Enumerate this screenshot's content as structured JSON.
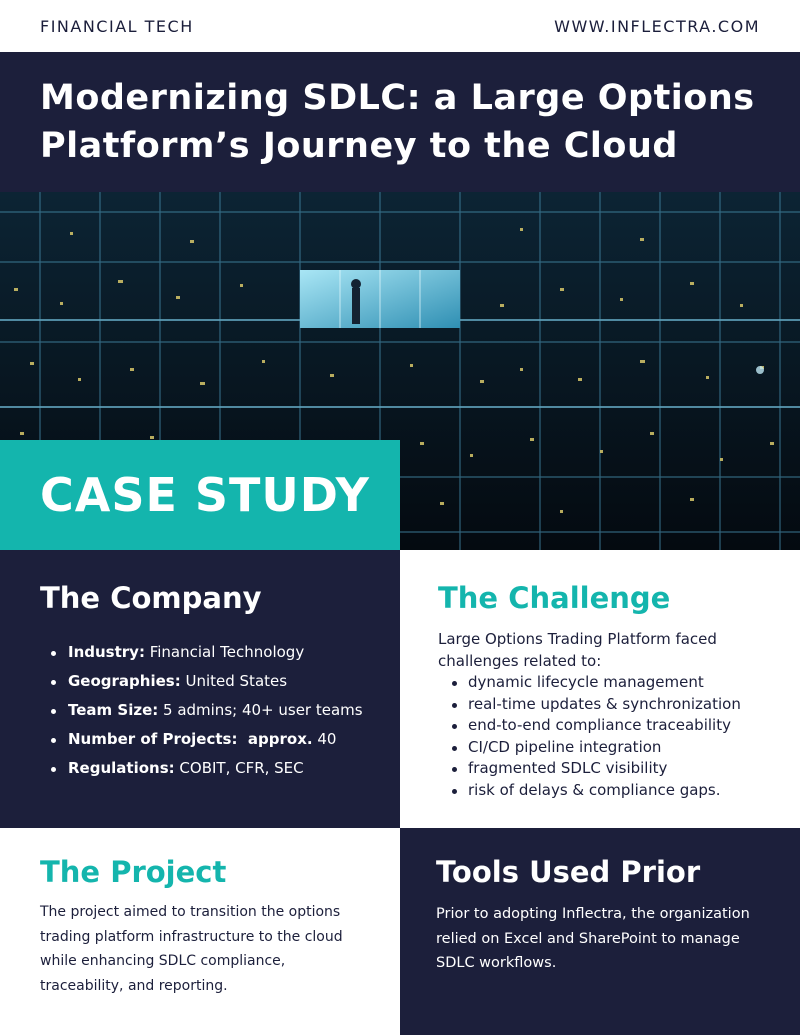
{
  "header": {
    "left": "FINANCIAL TECH",
    "right": "WWW.INFLECTRA.COM"
  },
  "hero": {
    "title_line1": "Modernizing SDLC: a Large Options",
    "title_line2": "Platform’s Journey to the Cloud"
  },
  "photo": {
    "description_icon": "office-building-night-photo"
  },
  "case_label": "CASE STUDY",
  "company": {
    "heading": "The Company",
    "facts": [
      {
        "label": "Industry:",
        "value": " Financial Technology"
      },
      {
        "label": "Geographies:",
        "value": " United States"
      },
      {
        "label": "Team Size:",
        "value": " 5 admins; 40+ user teams"
      },
      {
        "label": "Number of Projects:  approx.",
        "value": " 40"
      },
      {
        "label": "Regulations:",
        "value": " COBIT, CFR, SEC"
      }
    ]
  },
  "challenge": {
    "heading": "The Challenge",
    "intro": "Large Options Trading Platform faced challenges related to:",
    "items": [
      "dynamic lifecycle management",
      "real-time updates & synchronization",
      "end-to-end compliance traceability",
      "CI/CD pipeline integration",
      "fragmented SDLC visibility",
      "risk of delays & compliance gaps."
    ]
  },
  "project": {
    "heading": "The Project",
    "body": "The project aimed to transition the options trading platform infrastructure to the cloud while enhancing SDLC compliance, traceability, and reporting."
  },
  "tools": {
    "heading": "Tools Used Prior",
    "body": "Prior to adopting Inflectra, the organization relied on Excel and SharePoint to manage SDLC workflows."
  },
  "colors": {
    "navy": "#1c1f3b",
    "teal": "#14b5ad",
    "white": "#ffffff"
  }
}
